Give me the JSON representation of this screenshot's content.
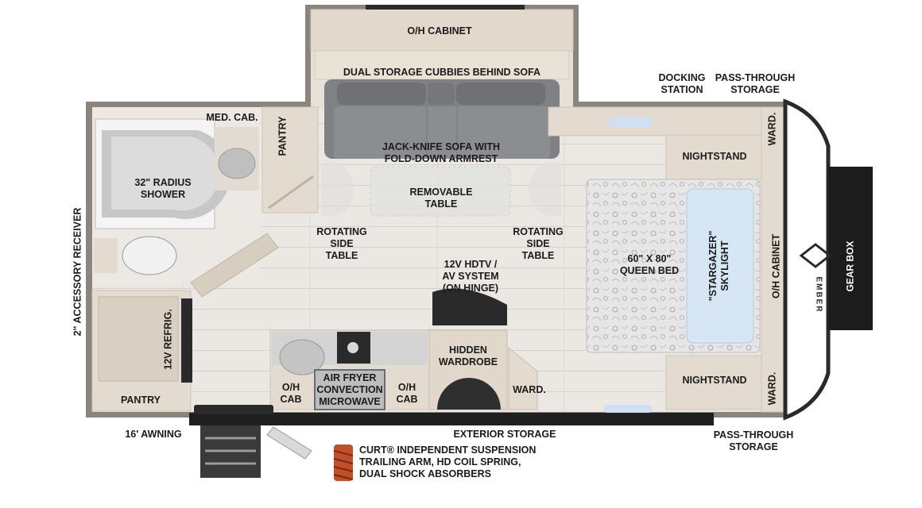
{
  "floorplan": {
    "labels": {
      "oh_cabinet_top": "O/H CABINET",
      "cubbies": "DUAL STORAGE CUBBIES BEHIND SOFA",
      "docking_station": [
        "DOCKING",
        "STATION"
      ],
      "pass_through_top": [
        "PASS-THROUGH",
        "STORAGE"
      ],
      "med_cab": "MED. CAB.",
      "pantry_upper": "PANTRY",
      "sofa": [
        "JACK-KNIFE SOFA WITH",
        "FOLD-DOWN ARMREST"
      ],
      "nightstand_top": "NIGHTSTAND",
      "ward_top": "WARD.",
      "shower": [
        "32\" RADIUS",
        "SHOWER"
      ],
      "removable_table": [
        "REMOVABLE",
        "TABLE"
      ],
      "rotating_left": [
        "ROTATING",
        "SIDE",
        "TABLE"
      ],
      "rotating_right": [
        "ROTATING",
        "SIDE",
        "TABLE"
      ],
      "bed": [
        "60\" X 80\"",
        "QUEEN BED"
      ],
      "skylight": [
        "\"STARGAZER\"",
        "SKYLIGHT"
      ],
      "oh_cabinet_right": "O/H CABINET",
      "gear_box": "GEAR BOX",
      "accessory_receiver": "2\" ACCESSORY RECEIVER",
      "hdtv": [
        "12V HDTV /",
        "AV SYSTEM",
        "(ON HINGE)"
      ],
      "refrig": "12V REFRIG.",
      "hidden_wardrobe": [
        "HIDDEN",
        "WARDROBE"
      ],
      "air_fryer": [
        "AIR FRYER",
        "CONVECTION",
        "MICROWAVE"
      ],
      "oh_cab_left": [
        "O/H",
        "CAB"
      ],
      "oh_cab_right": [
        "O/H",
        "CAB"
      ],
      "ward_mid": "WARD.",
      "nightstand_bottom": "NIGHTSTAND",
      "ward_bottom": "WARD.",
      "pantry_lower": "PANTRY",
      "awning": "16' AWNING",
      "exterior_storage": "EXTERIOR STORAGE",
      "pass_through_bottom": [
        "PASS-THROUGH",
        "STORAGE"
      ],
      "suspension": [
        "CURT® INDEPENDENT SUSPENSION",
        "TRAILING ARM, HD COIL SPRING,",
        "DUAL SHOCK ABSORBERS"
      ]
    },
    "brand_mark": "EMBER",
    "colors": {
      "wood": "#e3dbd0",
      "floor": "#eae7e2",
      "wall": "#8c857e",
      "sofa": "#7d7f82",
      "dark": "#1c1c1c",
      "spring": "#c0502a"
    }
  }
}
